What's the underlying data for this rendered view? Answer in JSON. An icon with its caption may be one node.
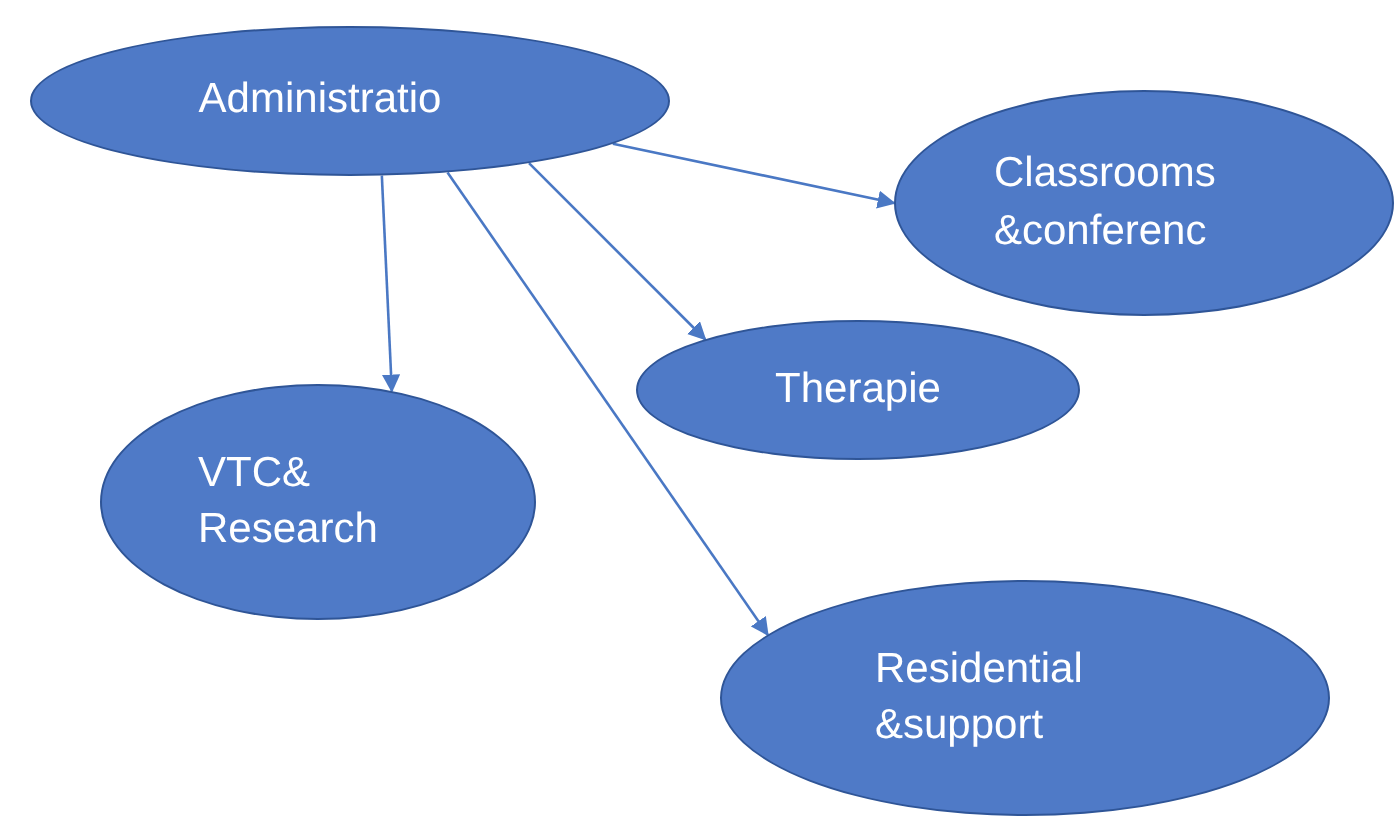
{
  "diagram": {
    "nodes": [
      {
        "text": [
          "Administratio"
        ]
      },
      {
        "text": [
          "Classrooms &conferenc"
        ]
      },
      {
        "text": [
          "Therapie"
        ]
      },
      {
        "text": [
          "VTC& Research"
        ]
      },
      {
        "text": [
          "Residential &support"
        ]
      }
    ],
    "edges": [
      {
        "from": 0,
        "to": 1,
        "arrow": "to"
      },
      {
        "from": 0,
        "to": 2,
        "arrow": "to"
      },
      {
        "from": 0,
        "to": 3,
        "arrow": "to"
      },
      {
        "from": 0,
        "to": 4,
        "arrow": "to"
      }
    ]
  }
}
